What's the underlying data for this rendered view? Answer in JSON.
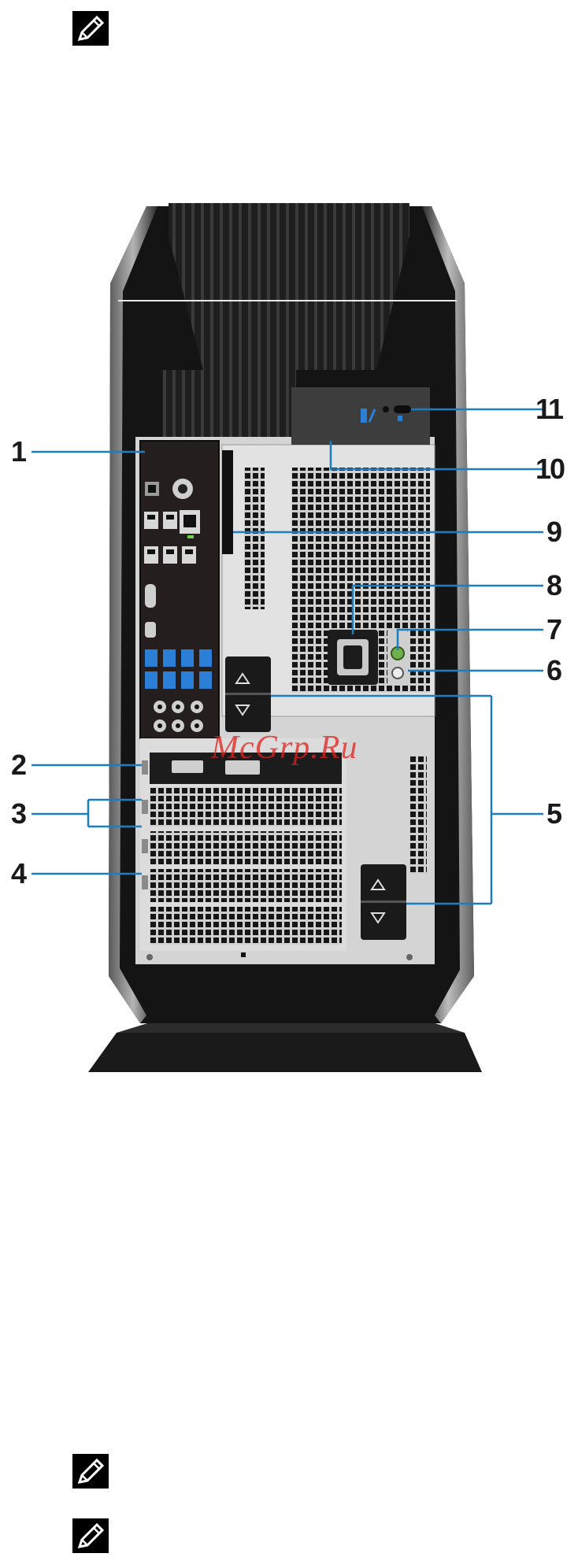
{
  "icons": {
    "note_top": "note-pencil-icon",
    "note_bottom_1": "note-pencil-icon",
    "note_bottom_2": "note-pencil-icon"
  },
  "colors": {
    "callout_line": "#1a7fc1",
    "case_dark": "#141414",
    "case_silver": "#a8a8a8",
    "panel_gray": "#d6d6d6",
    "io_panel": "#241f1e",
    "usb3_blue": "#2b7fd6"
  },
  "callouts": [
    "1",
    "2",
    "3",
    "4",
    "5",
    "6",
    "7",
    "8",
    "9",
    "10",
    "11"
  ],
  "watermark": "McGrp.Ru"
}
